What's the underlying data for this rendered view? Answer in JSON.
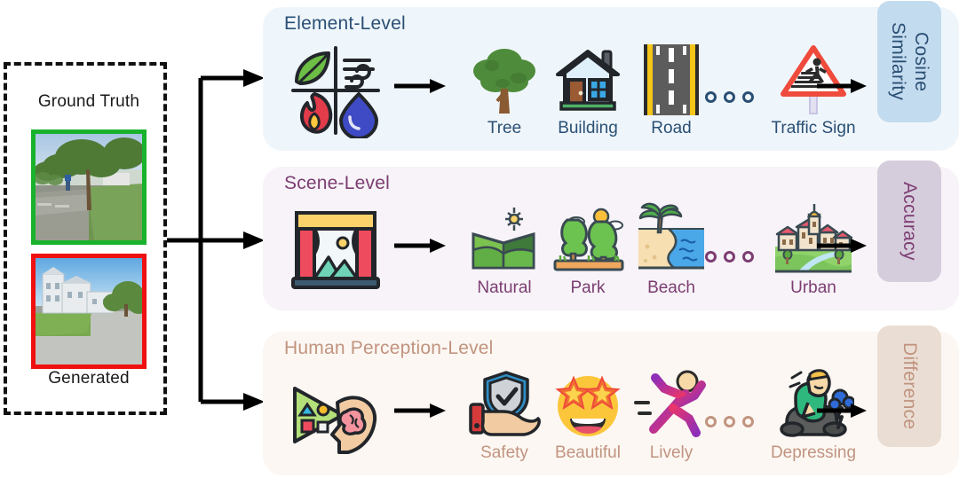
{
  "input_group": {
    "ground_truth_label": "Ground Truth",
    "generated_label": "Generated",
    "ground_truth_border_color": "#19b22c",
    "generated_border_color": "#f01010"
  },
  "rows": [
    {
      "title": "Element-Level",
      "panel_color": "#eff6fb",
      "text_color": "#2a4f74",
      "source_icon": "elements-quadrant-icon",
      "items": [
        {
          "label": "Tree",
          "icon": "tree-icon"
        },
        {
          "label": "Building",
          "icon": "house-icon"
        },
        {
          "label": "Road",
          "icon": "road-icon"
        },
        {
          "label": "Traffic Sign",
          "icon": "pedestrian-crossing-sign-icon"
        }
      ],
      "ellipsis": "ooo",
      "metric": "Cosine\nSimilarity",
      "metric_color": "#c3dbee"
    },
    {
      "title": "Scene-Level",
      "panel_color": "#f7f3f8",
      "text_color": "#7c3d72",
      "source_icon": "framed-landscape-painting-icon",
      "items": [
        {
          "label": "Natural",
          "icon": "green-fields-icon"
        },
        {
          "label": "Park",
          "icon": "park-trees-icon"
        },
        {
          "label": "Beach",
          "icon": "beach-palm-icon"
        },
        {
          "label": "Urban",
          "icon": "town-skyline-icon"
        }
      ],
      "ellipsis": "ooo",
      "metric": "Accuracy",
      "metric_color": "#d6cddc"
    },
    {
      "title": "Human Perception-Level",
      "panel_color": "#fcf7f2",
      "text_color": "#c19480",
      "source_icon": "head-perception-icon",
      "items": [
        {
          "label": "Safety",
          "icon": "shield-on-hand-icon"
        },
        {
          "label": "Beautiful",
          "icon": "star-struck-face-icon"
        },
        {
          "label": "Lively",
          "icon": "running-person-icon"
        },
        {
          "label": "Depressing",
          "icon": "sad-person-icon"
        }
      ],
      "ellipsis": "ooo",
      "metric": "Difference",
      "metric_color": "#eaded4"
    }
  ]
}
